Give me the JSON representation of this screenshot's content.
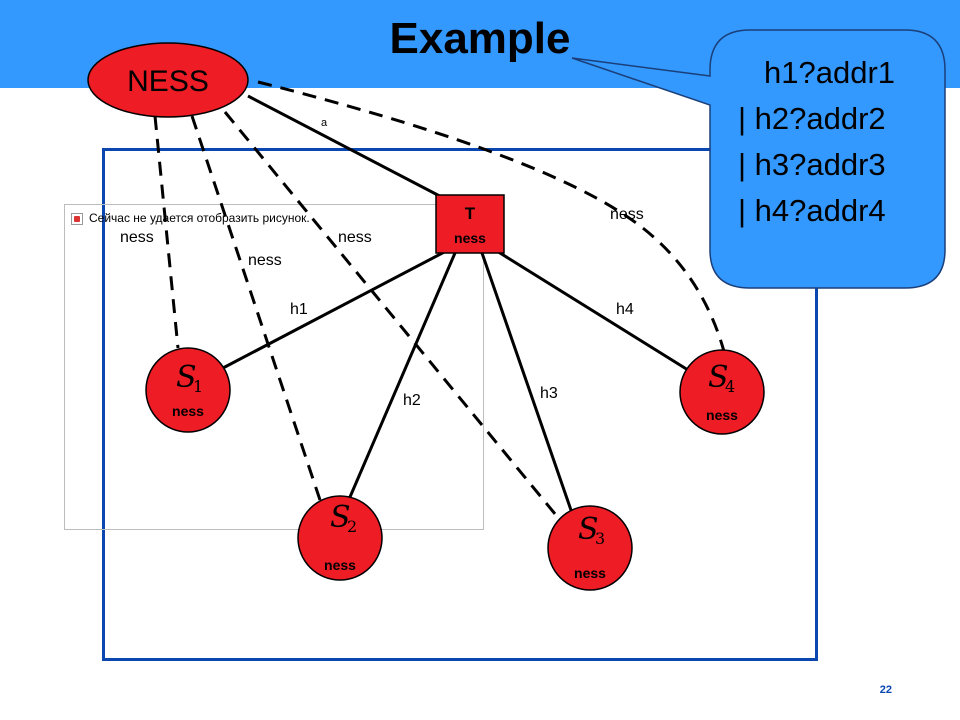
{
  "title": "Example",
  "placeholder_text": "Сейчас не удается отобразить рисунок.",
  "central_node": {
    "label": "NESS"
  },
  "terminal_node": {
    "label": "T",
    "sublabel": "ness"
  },
  "server_nodes": [
    {
      "symbol": "S",
      "index": "1",
      "sublabel": "ness"
    },
    {
      "symbol": "S",
      "index": "2",
      "sublabel": "ness"
    },
    {
      "symbol": "S",
      "index": "3",
      "sublabel": "ness"
    },
    {
      "symbol": "S",
      "index": "4",
      "sublabel": "ness"
    }
  ],
  "edge_labels": {
    "ness_t": "a",
    "dashed": [
      "ness",
      "ness",
      "ness",
      "ness"
    ],
    "solid": [
      "h1",
      "h2",
      "h3",
      "h4"
    ]
  },
  "callout_lines": [
    "h1?addr1",
    "| h2?addr2",
    "| h3?addr3",
    "| h4?addr4"
  ],
  "page_number": "22",
  "colors": {
    "band": "#3399ff",
    "frame": "#0a47b0",
    "node_fill": "#ee1c25",
    "callout_fill": "#3399ff"
  }
}
